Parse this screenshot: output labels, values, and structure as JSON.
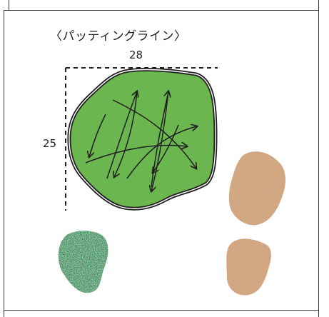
{
  "diagram": {
    "title": "〈パッティングライン〉",
    "width_label": "28",
    "height_label": "25"
  },
  "colors": {
    "green": "#6cb64f",
    "dark_green_texture": "#2e8a57",
    "sand": "#d4a780",
    "outline": "#1f1f1f"
  }
}
